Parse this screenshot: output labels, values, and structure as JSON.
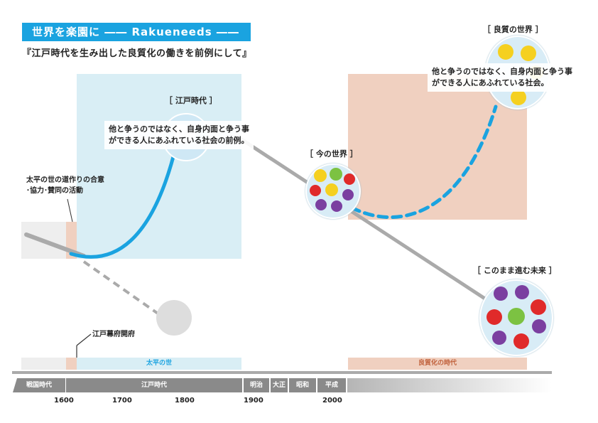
{
  "header": {
    "title": "世界を楽園に ―― Rakueneeds ――",
    "subtitle": "『江戸時代を生み出した良質化の働きを前例にして』"
  },
  "labels": {
    "edo_period": "［ 江戸時代 ］",
    "current_world": "［ 今の世界 ］",
    "quality_world": "［ 良質の世界 ］",
    "future_as_is": "［ このまま進む未来 ］",
    "edo_shogunate": "江戸幕府開府"
  },
  "notes": {
    "edo_note_1": "他と争うのではなく、自身内面と争う事",
    "edo_note_2": "ができる人にあふれている社会の前例。",
    "quality_note_1": "他と争うのではなく、自身内面と争う事",
    "quality_note_2": "ができる人にあふれている社会。",
    "peace_1": "太平の世の道作りの合意",
    "peace_2": "･協力･賛同の活動"
  },
  "bands": {
    "taihei": "太平の世",
    "ryoshitsu": "良質化の時代"
  },
  "eras": [
    "戦国時代",
    "江戸時代",
    "明治",
    "大正",
    "昭和",
    "平成"
  ],
  "years": [
    "1600",
    "1700",
    "1800",
    "1900",
    "2000"
  ],
  "colors": {
    "blue": "#1aa3e0",
    "light_blue": "#d9eef5",
    "peach": "#f0d0c0",
    "gray": "#aaaaaa"
  }
}
